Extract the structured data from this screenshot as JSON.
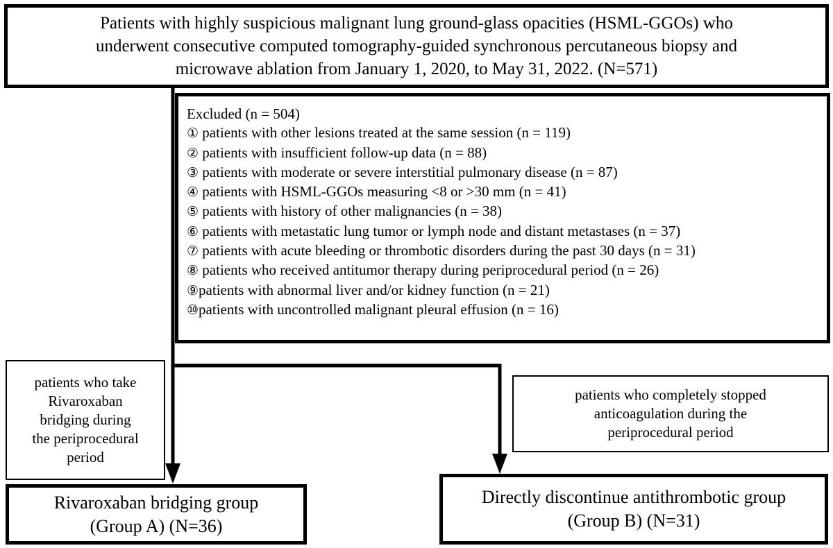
{
  "top_box": {
    "lines": [
      "Patients with highly suspicious malignant lung ground-glass opacities (HSML-GGOs) who",
      "underwent consecutive computed tomography-guided synchronous percutaneous biopsy and",
      "microwave ablation from January 1, 2020, to May 31, 2022. (N=571)"
    ]
  },
  "excluded_box": {
    "title": "Excluded (n = 504)",
    "items": [
      {
        "num": "①",
        "text": " patients with other lesions treated at the same session (n = 119)"
      },
      {
        "num": "②",
        "text": " patients with insufficient follow-up data (n = 88)"
      },
      {
        "num": "③",
        "text": " patients with moderate or severe interstitial pulmonary disease (n = 87)"
      },
      {
        "num": "④",
        "text": " patients with HSML-GGOs measuring <8 or >30 mm (n = 41)"
      },
      {
        "num": "⑤",
        "text": " patients with history of other malignancies (n = 38)"
      },
      {
        "num": "⑥",
        "text": " patients with metastatic lung tumor or  lymph node and distant metastases (n = 37)"
      },
      {
        "num": "⑦",
        "text": " patients with acute bleeding or thrombotic disorders during the past 30 days (n = 31)"
      },
      {
        "num": "⑧",
        "text": " patients who received antitumor therapy during periprocedural period  (n = 26)"
      },
      {
        "num": "⑨",
        "text": "patients with abnormal liver and/or kidney function (n = 21)"
      },
      {
        "num": "⑩",
        "text": "patients with uncontrolled malignant pleural effusion (n = 16)"
      }
    ]
  },
  "branch_left_label": {
    "lines": [
      "patients who take",
      "Rivaroxaban",
      "bridging during",
      "the periprocedural",
      "period"
    ]
  },
  "branch_right_label": {
    "lines": [
      "patients who completely stopped",
      "anticoagulation during the",
      "periprocedural period"
    ]
  },
  "group_a": {
    "lines": [
      "Rivaroxaban bridging group",
      "(Group A) (N=36)"
    ]
  },
  "group_b": {
    "lines": [
      "Directly discontinue antithrombotic group",
      "(Group B) (N=31)"
    ]
  }
}
